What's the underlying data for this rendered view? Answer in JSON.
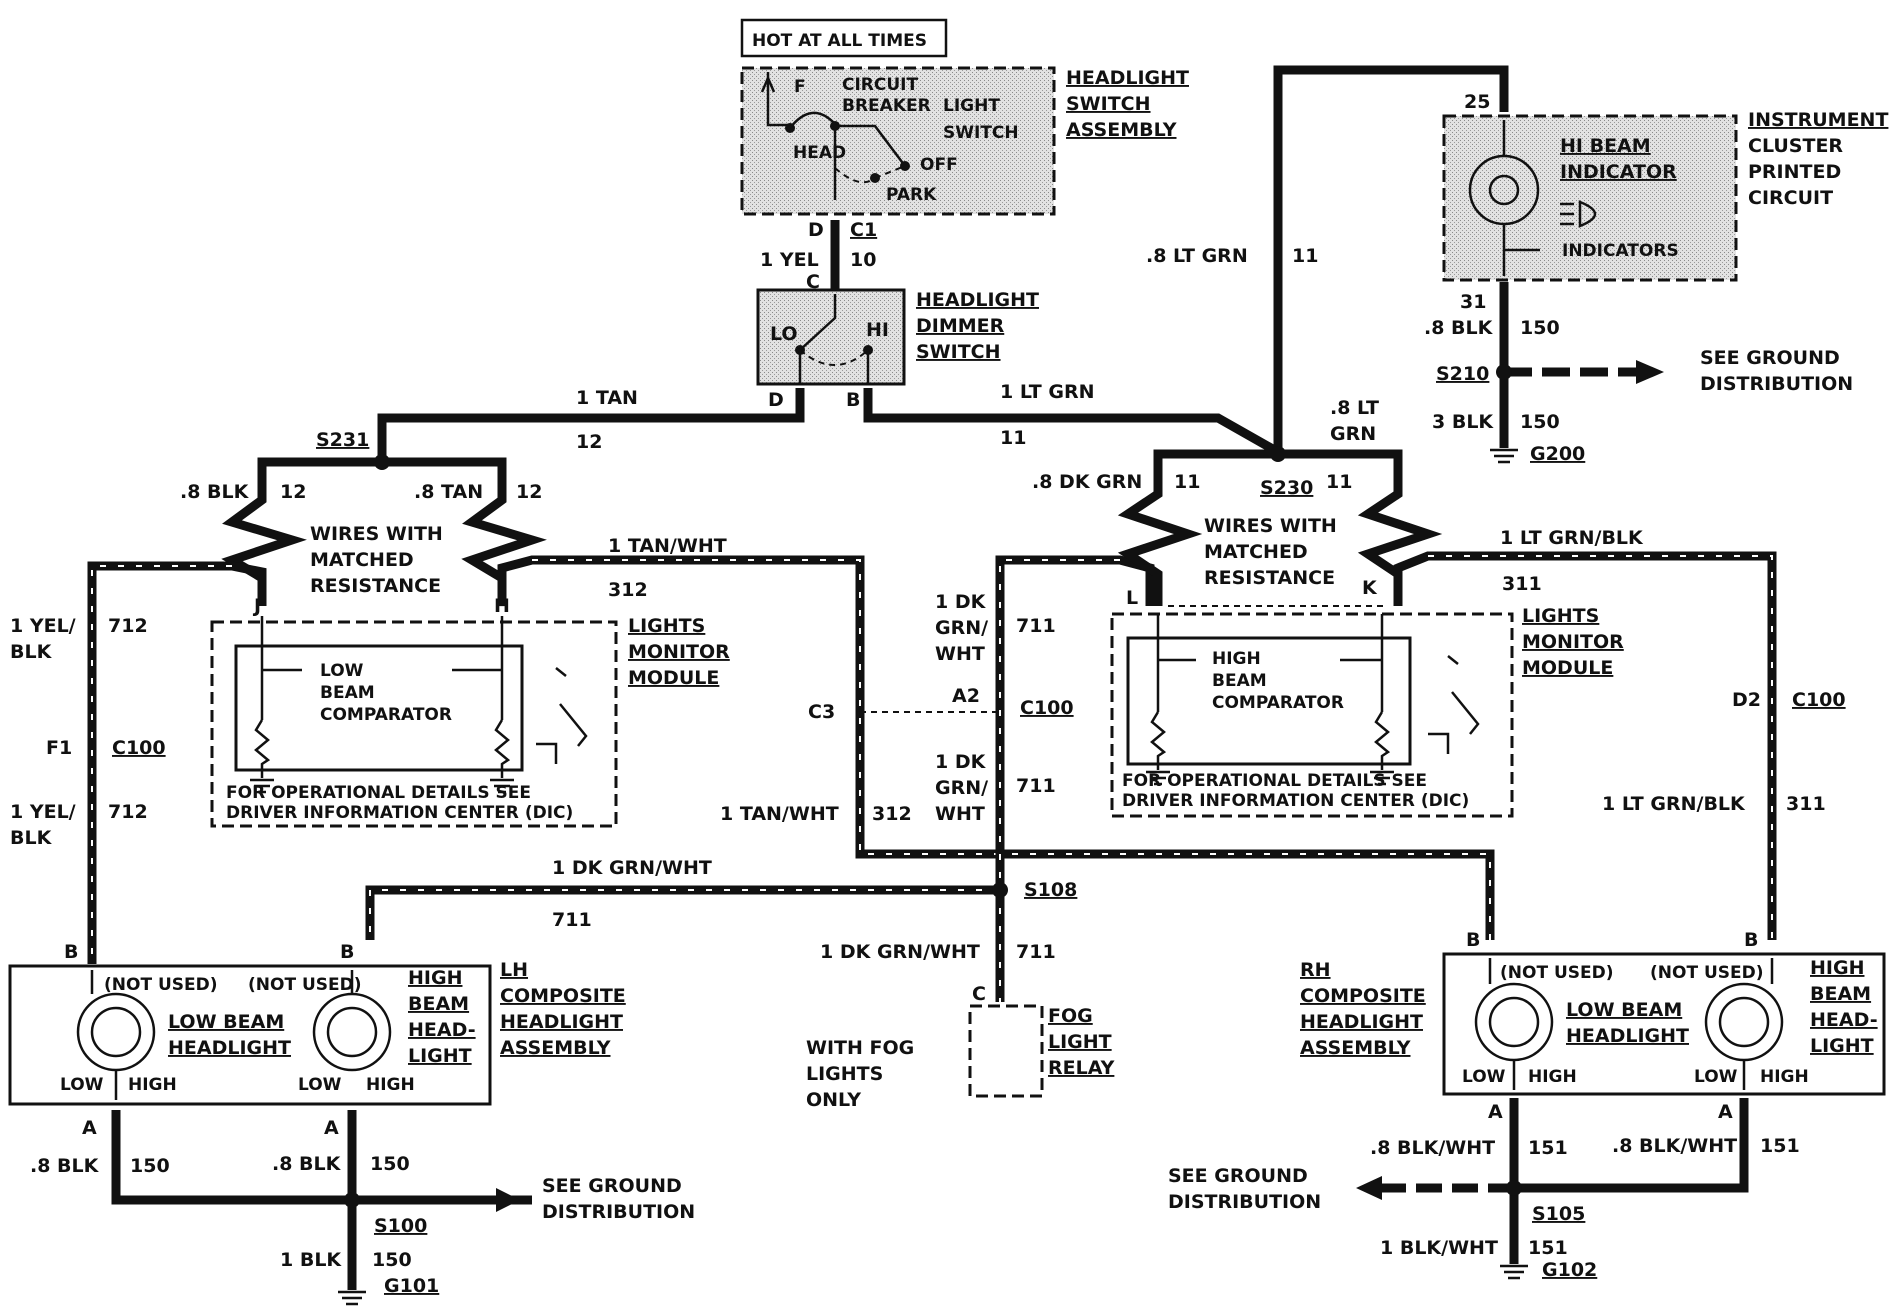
{
  "labels": {
    "hot_at_all_times": "HOT AT ALL TIMES",
    "circuit": "CIRCUIT",
    "breaker": "BREAKER",
    "light": "LIGHT",
    "switch": "SWITCH",
    "f": "F",
    "head": "HEAD",
    "off": "OFF",
    "park": "PARK",
    "headlight_switch_1": "HEADLIGHT",
    "headlight_switch_2": "SWITCH",
    "headlight_switch_3": "ASSEMBLY",
    "d_c1_d": "D",
    "c1": "C1",
    "one_yel": "1 YEL",
    "ten": "10",
    "c_dimmer": "C",
    "lo": "LO",
    "hi": "HI",
    "dimmer_1": "HEADLIGHT",
    "dimmer_2": "DIMMER",
    "dimmer_3": "SWITCH",
    "d_dimmer": "D",
    "b_dimmer": "B",
    "one_tan": "1 TAN",
    "twelve_a": "12",
    "one_lt_grn": "1 LT GRN",
    "eleven_a": "11",
    "s231": "S231",
    "p8_blk": ".8 BLK",
    "twelve_b": "12",
    "p8_tan": ".8 TAN",
    "twelve_c": "12",
    "wires_l_1": "WIRES WITH",
    "wires_l_2": "MATCHED",
    "wires_l_3": "RESISTANCE",
    "one_tan_wht_top": "1 TAN/WHT",
    "w312_top": "312",
    "j": "J",
    "h": "H",
    "yel_blk_1a": "1 YEL/",
    "yel_blk_1b": "BLK",
    "w712_a": "712",
    "f1": "F1",
    "c100_a": "C100",
    "yel_blk_2a": "1 YEL/",
    "yel_blk_2b": "BLK",
    "w712_b": "712",
    "low": "LOW",
    "beam": "BEAM",
    "comparator": "COMPARATOR",
    "lmm_l_1": "LIGHTS",
    "lmm_l_2": "MONITOR",
    "lmm_l_3": "MODULE",
    "op_l_1": "FOR OPERATIONAL DETAILS SEE",
    "op_l_2": "DRIVER INFORMATION CENTER (DIC)",
    "one_dk_grn_wht_mid_a": "1 DK",
    "one_dk_grn_wht_mid_b": "GRN/",
    "one_dk_grn_wht_mid_c": "WHT",
    "w711_a": "711",
    "c3": "C3",
    "a2": "A2",
    "c100_b": "C100",
    "dk_grn_wht_2a": "1 DK",
    "dk_grn_wht_2b": "GRN/",
    "dk_grn_wht_2c": "WHT",
    "w711_b": "711",
    "one_tan_wht_low": "1 TAN/WHT",
    "w312_low": "312",
    "one_dk_grn_wht_left": "1 DK GRN/WHT",
    "w711_c": "711",
    "s108": "S108",
    "one_dk_grn_wht_fog": "1 DK GRN/WHT",
    "w711_d": "711",
    "c_fog": "C",
    "fog_1": "FOG",
    "fog_2": "LIGHT",
    "fog_3": "RELAY",
    "with_fog_1": "WITH FOG",
    "with_fog_2": "LIGHTS",
    "with_fog_3": "ONLY",
    "b_lh_low": "B",
    "b_lh_high": "B",
    "not_used_a": "(NOT USED)",
    "not_used_b": "(NOT USED)",
    "low_beam_headlight_1": "LOW BEAM",
    "low_beam_headlight_2": "HEADLIGHT",
    "high_beam_1": "HIGH",
    "high_beam_2": "BEAM",
    "high_beam_3": "HEAD-",
    "high_beam_4": "LIGHT",
    "lh_1": "LH",
    "lh_2": "COMPOSITE",
    "lh_3": "HEADLIGHT",
    "lh_4": "ASSEMBLY",
    "low_a": "LOW",
    "high_a": "HIGH",
    "low_b": "LOW",
    "high_b": "HIGH",
    "a_lh_1": "A",
    "a_lh_2": "A",
    "p8_blk_lh1": ".8 BLK",
    "w150_lh1": "150",
    "p8_blk_lh2": ".8 BLK",
    "w150_lh2": "150",
    "see_ground_l_1": "SEE GROUND",
    "see_ground_l_2": "DISTRIBUTION",
    "s100": "S100",
    "one_blk": "1 BLK",
    "w150_g101": "150",
    "g101": "G101",
    "p8_lt_grn": ".8 LT GRN",
    "w11_vert": "11",
    "w25": "25",
    "hi_beam_1": "HI BEAM",
    "hi_beam_2": "INDICATOR",
    "indicators": "INDICATORS",
    "ic_1": "INSTRUMENT",
    "ic_2": "CLUSTER",
    "ic_3": "PRINTED",
    "ic_4": "CIRCUIT",
    "w31": "31",
    "p8_blk_ic": ".8 BLK",
    "w150_ic": "150",
    "s210": "S210",
    "see_ground_r_1": "SEE GROUND",
    "see_ground_r_2": "DISTRIBUTION",
    "three_blk": "3 BLK",
    "w150_g200": "150",
    "g200": "G200",
    "p8_lt_grn_s230_a": ".8 LT",
    "p8_lt_grn_s230_b": "GRN",
    "p8_dk_grn": ".8 DK GRN",
    "w11_dk": "11",
    "s230": "S230",
    "w11_lt": "11",
    "wires_r_1": "WIRES WITH",
    "wires_r_2": "MATCHED",
    "wires_r_3": "RESISTANCE",
    "one_lt_grn_blk_top": "1 LT GRN/BLK",
    "w311_top": "311",
    "l": "L",
    "k": "K",
    "high": "HIGH",
    "beam_r": "BEAM",
    "comparator_r": "COMPARATOR",
    "lmm_r_1": "LIGHTS",
    "lmm_r_2": "MONITOR",
    "lmm_r_3": "MODULE",
    "op_r_1": "FOR OPERATIONAL DETAILS SEE",
    "op_r_2": "DRIVER INFORMATION CENTER (DIC)",
    "d2": "D2",
    "c100_c": "C100",
    "one_lt_grn_blk_low": "1 LT GRN/BLK",
    "w311_low": "311",
    "rh_1": "RH",
    "rh_2": "COMPOSITE",
    "rh_3": "HEADLIGHT",
    "rh_4": "ASSEMBLY",
    "b_rh_low": "B",
    "b_rh_high": "B",
    "not_used_c": "(NOT USED)",
    "not_used_d": "(NOT USED)",
    "low_beam_r_1": "LOW BEAM",
    "low_beam_r_2": "HEADLIGHT",
    "high_beam_r_1": "HIGH",
    "high_beam_r_2": "BEAM",
    "high_beam_r_3": "HEAD-",
    "high_beam_r_4": "LIGHT",
    "low_c": "LOW",
    "high_c": "HIGH",
    "low_d": "LOW",
    "high_d": "HIGH",
    "a_rh_1": "A",
    "a_rh_2": "A",
    "p8_blk_wht_1": ".8 BLK/WHT",
    "w151_1": "151",
    "p8_blk_wht_2": ".8 BLK/WHT",
    "w151_2": "151",
    "see_ground_b_1": "SEE GROUND",
    "see_ground_b_2": "DISTRIBUTION",
    "s105": "S105",
    "one_blk_wht": "1 BLK/WHT",
    "w151_g102": "151",
    "g102": "G102"
  }
}
